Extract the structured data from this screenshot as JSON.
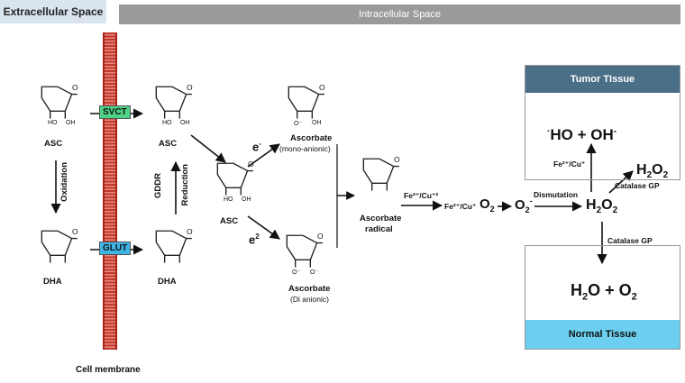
{
  "headers": {
    "extracellular": "Extracellular Space",
    "intracellular": "Intracellular Space"
  },
  "transporters": {
    "svct": "SVCT",
    "glut": "GLUT"
  },
  "molecules": {
    "asc_left": "ASC",
    "dha_left": "DHA",
    "asc_right": "ASC",
    "dha_right": "DHA",
    "asc_center": "ASC",
    "ascorbate_mono": "Ascorbate",
    "ascorbate_mono_sub": "(mono-anionic)",
    "ascorbate_di": "Ascorbate",
    "ascorbate_di_sub": "(Di anionic)",
    "ascorbate_radical_1": "Ascorbate",
    "ascorbate_radical_2": "radical"
  },
  "processes": {
    "oxidation": "Oxidation",
    "gddr": "GDDR",
    "reduction": "Reduction",
    "dismutation": "Dismutation",
    "catalase_1": "Catalase GP",
    "catalase_2": "Catalase GP"
  },
  "electrons": {
    "e1_base": "e",
    "e1_sup": "-",
    "e2_base": "e",
    "e2_sup": "2"
  },
  "catalysts": {
    "fe_top": "Fe³⁺/Cu⁺²",
    "fe_bottom": "Fe²⁺/Cu⁺",
    "fe_tumor": "Fe²⁺/Cu⁺"
  },
  "species": {
    "o2": "O",
    "o2_sub": "2",
    "o2rad": "O",
    "o2rad_sub": "2",
    "o2rad_sup": "-",
    "h2o2_mid_a": "H",
    "h2o2_mid_b": "O",
    "h2o2_up_a": "H",
    "h2o2_up_b": "O"
  },
  "tumor": {
    "title": "Tumor TIssue",
    "eq_sup1": "·",
    "eq_ho": "HO + OH",
    "eq_sup2": "-"
  },
  "normal": {
    "title": "Normal Tissue",
    "eq_h": "H",
    "eq_o": "O + O"
  },
  "footer": {
    "cell_membrane": "Cell membrane"
  },
  "atoms": {
    "o": "O",
    "oh": "OH",
    "ho": "HO",
    "om": "O⁻"
  },
  "colors": {
    "svct": "#4ed286",
    "glut": "#3fb5e6",
    "tumor": "#4a6f87",
    "normal": "#6ccff0",
    "membrane": "#c0392b"
  }
}
